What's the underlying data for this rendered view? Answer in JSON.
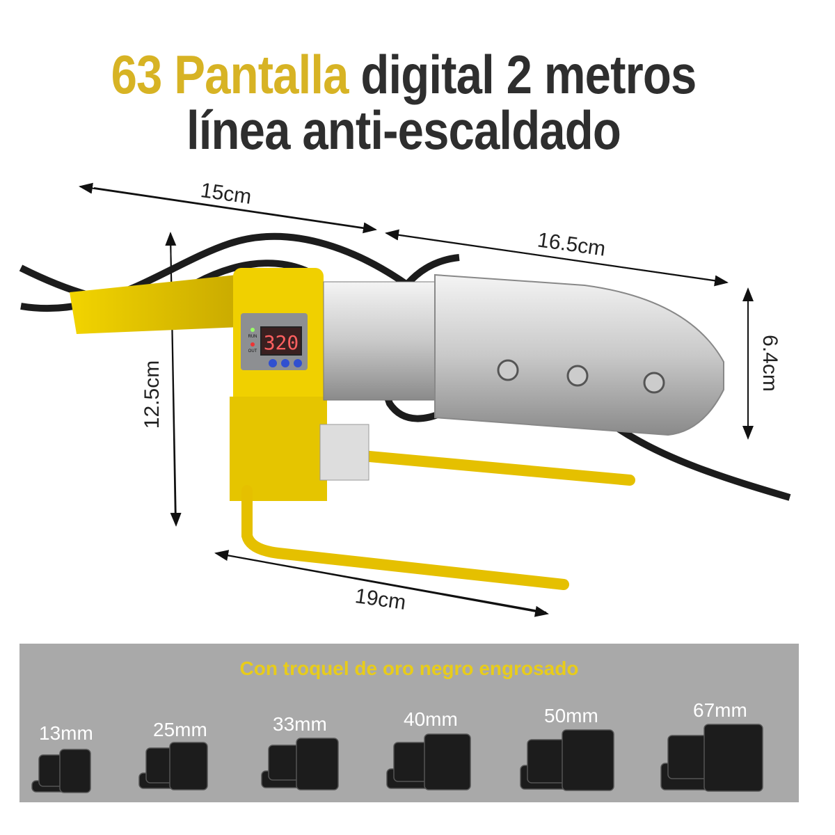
{
  "headline": {
    "line1_highlight": "63 Pantalla",
    "line1_rest": "digital 2 metros",
    "line2": "línea anti-escaldado",
    "highlight_color": "#d7b324",
    "text_color": "#2e2e2e"
  },
  "dimensions": {
    "top_left": "15cm",
    "top_right": "16.5cm",
    "plate_height": "6.4cm",
    "body_height": "12.5cm",
    "stand_length": "19cm"
  },
  "display": {
    "temperature": "320",
    "led_labels": [
      "RUN",
      "OUT"
    ]
  },
  "dies_panel": {
    "title": "Con troquel de oro negro engrosado",
    "sizes": [
      "13mm",
      "25mm",
      "33mm",
      "40mm",
      "50mm",
      "67mm"
    ]
  }
}
